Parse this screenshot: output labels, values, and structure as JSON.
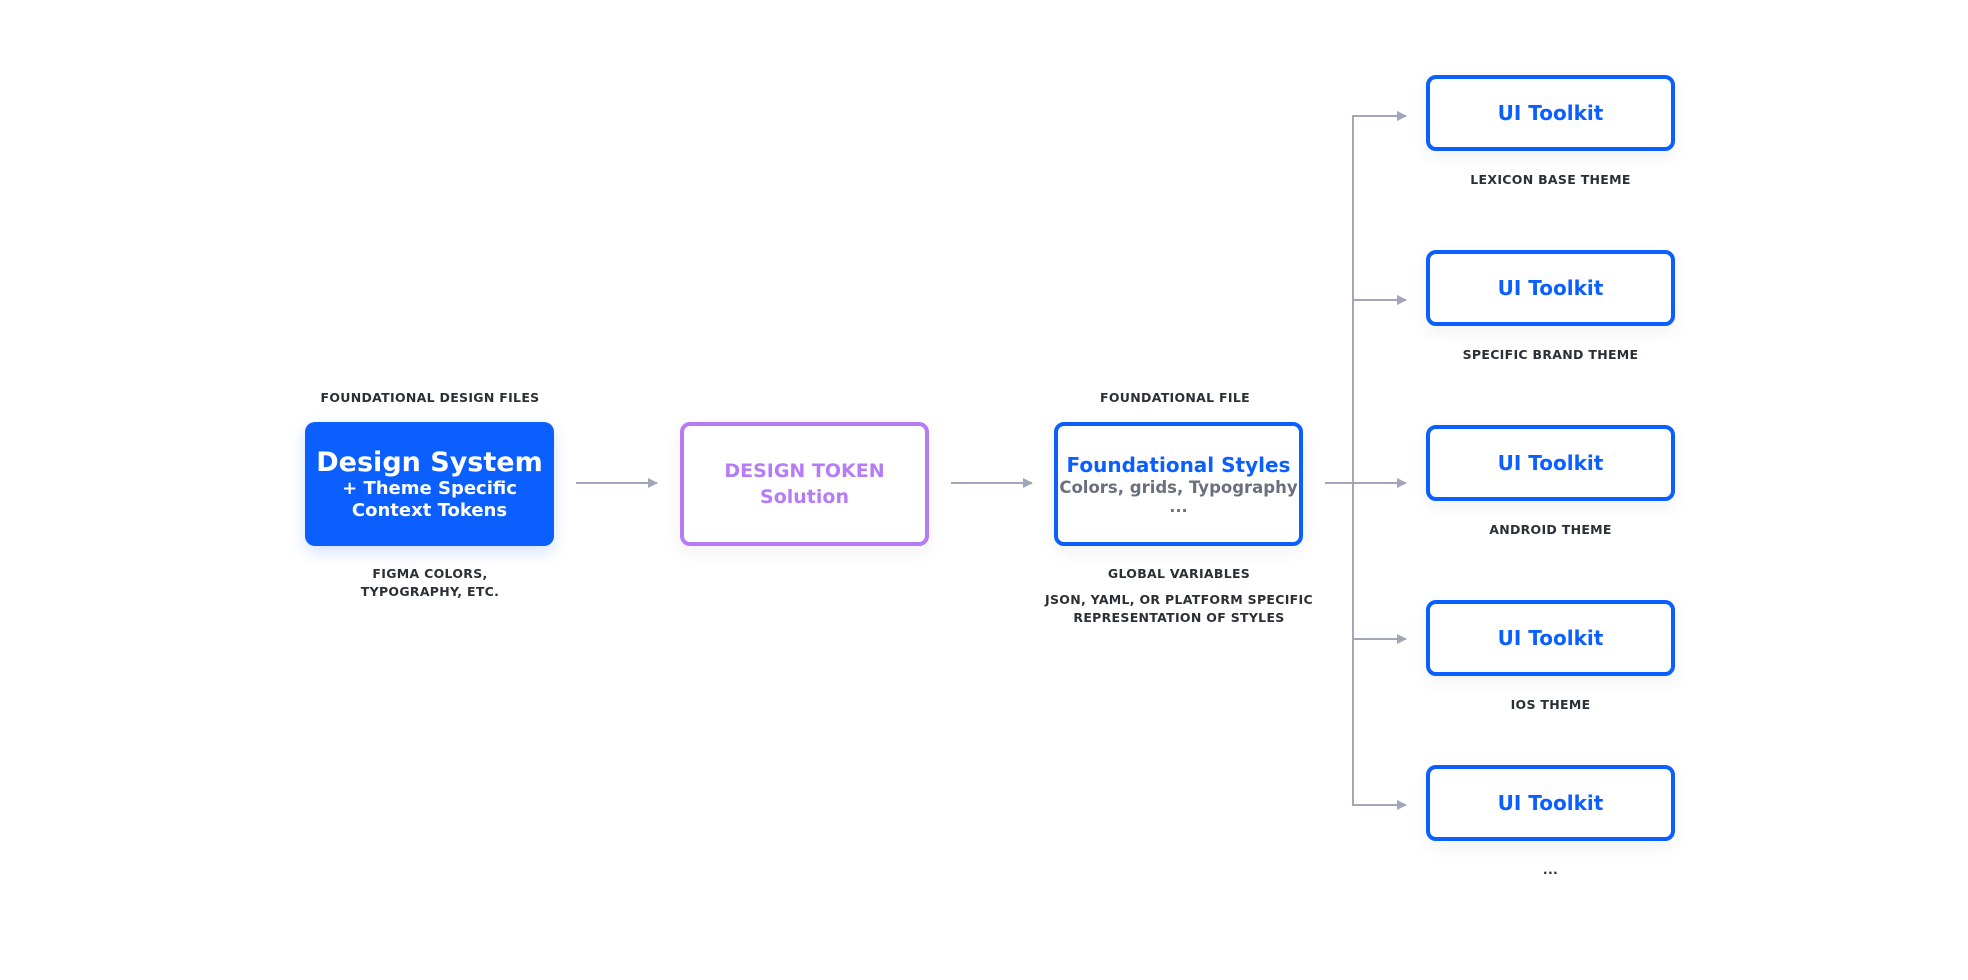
{
  "source": {
    "caption_top": "FOUNDATIONAL DESIGN FILES",
    "title": "Design System",
    "subtitle_line1": "+ Theme Specific",
    "subtitle_line2": "Context Tokens",
    "caption_bottom_line1": "FIGMA COLORS,",
    "caption_bottom_line2": "TYPOGRAPHY, ETC.",
    "fill_color": "#0b5fff"
  },
  "token_solution": {
    "line1": "DESIGN TOKEN",
    "line2": "Solution",
    "color": "#b57cf5"
  },
  "foundational": {
    "caption_top": "FOUNDATIONAL FILE",
    "title": "Foundational Styles",
    "subtitle": "Colors, grids, Typography",
    "more": "...",
    "caption_bottom": "GLOBAL VARIABLES",
    "note_line1": "JSON, YAML, OR PLATFORM SPECIFIC",
    "note_line2": "REPRESENTATION OF STYLES",
    "color": "#0b5fff"
  },
  "toolkits": [
    {
      "label": "UI Toolkit",
      "caption": "LEXICON BASE THEME"
    },
    {
      "label": "UI Toolkit",
      "caption": "SPECIFIC BRAND THEME"
    },
    {
      "label": "UI Toolkit",
      "caption": "ANDROID THEME"
    },
    {
      "label": "UI Toolkit",
      "caption": "IOS THEME"
    },
    {
      "label": "UI Toolkit",
      "caption": "..."
    }
  ],
  "connector_color": "#a3a6b8"
}
